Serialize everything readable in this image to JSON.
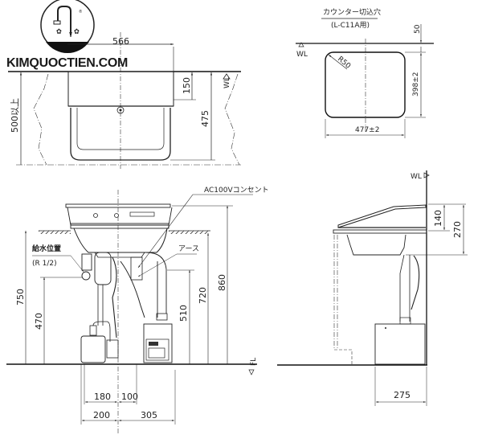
{
  "brand": {
    "watermark": "KIMQUOCTIEN.COM",
    "logo_icon": "faucet-logo-icon",
    "registered_mark": "®"
  },
  "top_view": {
    "width_dim": "566",
    "wl_drop_dim": "150",
    "bowl_depth_dim": "475",
    "counter_depth_dim": "500以上",
    "wl_label": "WL"
  },
  "cutout_view": {
    "title": "カウンター切込穴",
    "subtitle": "(L-C11A用)",
    "top_offset_dim": "50",
    "height_dim": "398±2",
    "width_dim": "477±2",
    "radius_dim": "R50",
    "wl_label": "WL"
  },
  "front_view": {
    "outlet_label": "AC100Vコンセント",
    "water_supply_label": "給水位置",
    "water_supply_size": "(R 1/2)",
    "ground_label": "アース",
    "floor_label": "FL",
    "heights": {
      "h750": "750",
      "h470": "470",
      "h720": "720",
      "h510": "510",
      "h860": "860"
    },
    "widths": {
      "w180": "180",
      "w100": "100",
      "w200": "200",
      "w305": "305"
    }
  },
  "side_view": {
    "wl_label": "WL",
    "dim_140": "140",
    "dim_270": "270",
    "dim_275": "275"
  }
}
